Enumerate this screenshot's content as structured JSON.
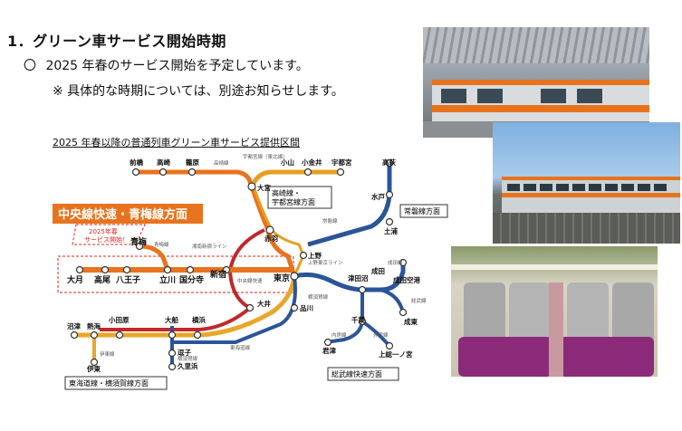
{
  "heading": "1．グリーン車サービス開始時期",
  "bullet": {
    "mark": "〇",
    "text": "2025 年春のサービス開始を予定しています。"
  },
  "note": "※ 具体的な時期については、別途お知らせします。",
  "map": {
    "title": "2025 年春以降の普通列車グリーン車サービス提供区間",
    "chuo_label": "中央線快速・青梅線方面",
    "badge": "2025年春\nサービス開始！",
    "stations": {
      "maebashi": "前橋",
      "takasaki": "高崎",
      "kagohara": "籠原",
      "oyama": "小山",
      "koganei": "小金井",
      "utsunomiya": "宇都宮",
      "omiya": "大宮",
      "akabane": "赤羽",
      "ueno": "上野",
      "tokyo": "東京",
      "shinagawa": "品川",
      "oi": "大井",
      "takahagi": "高萩",
      "mito": "水戸",
      "tsuchiura": "土浦",
      "oume": "青梅",
      "otsuki": "大月",
      "takao": "高尾",
      "hachioji": "八王子",
      "tachikawa": "立川",
      "kokubunji": "国分寺",
      "shinjuku": "新宿",
      "numazu": "沼津",
      "atami": "熱海",
      "odawara": "小田原",
      "ofuna": "大船",
      "yokohama": "横浜",
      "zushi": "逗子",
      "kurihama": "久里浜",
      "ito": "伊東",
      "tsudanuma": "津田沼",
      "narita": "成田",
      "naritakuko": "成田空港",
      "chiba": "千葉",
      "naruto": "成東",
      "kimitsu": "君津",
      "kazusaichinomiya": "上総一ノ宮"
    },
    "lines": {
      "takasaki_line": "高崎線",
      "utsunomiya_line": "宇都宮線（東北線）",
      "group_takasaki": "高崎線・\n宇都宮線方面",
      "joban_line": "常磐線",
      "group_joban": "常磐線方面",
      "oume_line": "青梅線",
      "shonan_shinjuku": "湘南新宿ライン",
      "ueno_tokyo": "上野東京ライン",
      "chuo_rapid": "中央線快速",
      "yokosuka_line_label": "横須賀線",
      "tokaido_line": "東海道線",
      "yokosuka_line": "横須賀線",
      "ito_line": "伊東線",
      "group_tokaido": "東海道線・横須賀線方面",
      "narita_line": "成田線",
      "sobu_line": "総武線",
      "uchibo_line": "内房線",
      "sotobo_line": "外房線",
      "group_sobu": "総武線快速方面"
    }
  },
  "colors": {
    "chuo": "#e8731e",
    "utsunomiya": "#e6a020",
    "takasaki": "#e8731e",
    "joban": "#2a5599",
    "tokaido": "#e8a72a",
    "shonan": "#c0282a",
    "yokosuka": "#2a5599",
    "sobu": "#2a5599",
    "badge_red": "#d9281e"
  },
  "photos": [
    "platform-train-icon",
    "double-deck-train-icon",
    "green-car-interior-icon"
  ]
}
